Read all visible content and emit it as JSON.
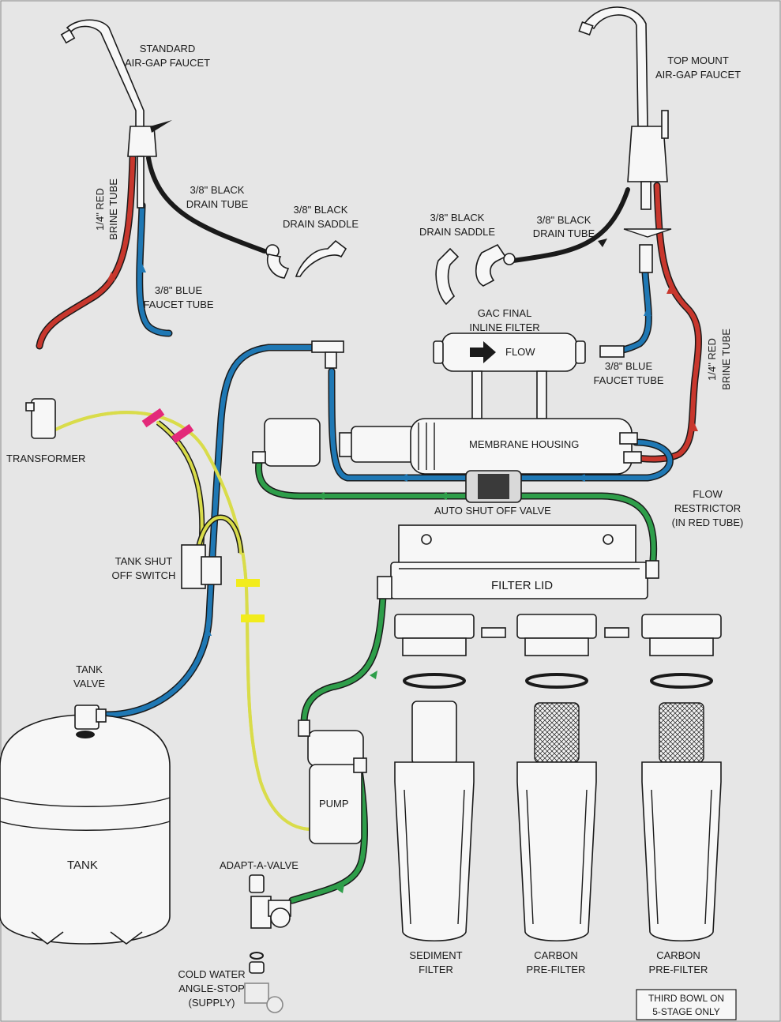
{
  "labels": {
    "standard_faucet": [
      "STANDARD",
      "AIR-GAP FAUCET"
    ],
    "top_mount_faucet": [
      "TOP MOUNT",
      "AIR-GAP FAUCET"
    ],
    "black_drain_tube_left": [
      "3/8\" BLACK",
      "DRAIN TUBE"
    ],
    "black_drain_saddle_left": [
      "3/8\" BLACK",
      "DRAIN SADDLE"
    ],
    "red_brine_tube_left": [
      "1/4\" RED",
      "BRINE TUBE"
    ],
    "blue_faucet_tube_left": [
      "3/8\" BLUE",
      "FAUCET TUBE"
    ],
    "black_drain_saddle_right": [
      "3/8\" BLACK",
      "DRAIN SADDLE"
    ],
    "black_drain_tube_right": [
      "3/8\" BLACK",
      "DRAIN TUBE"
    ],
    "gac_filter": [
      "GAC FINAL",
      "INLINE FILTER"
    ],
    "flow": "FLOW",
    "blue_faucet_tube_right": [
      "3/8\" BLUE",
      "FAUCET TUBE"
    ],
    "red_brine_tube_right": [
      "1/4\" RED",
      "BRINE TUBE"
    ],
    "transformer": "TRANSFORMER",
    "membrane_housing": "MEMBRANE HOUSING",
    "auto_shut_off": "AUTO SHUT OFF VALVE",
    "flow_restrictor": [
      "FLOW",
      "RESTRICTOR",
      "(IN RED TUBE)"
    ],
    "tank_shut_off": [
      "TANK SHUT",
      "OFF SWITCH"
    ],
    "filter_lid": "FILTER LID",
    "tank_valve": [
      "TANK",
      "VALVE"
    ],
    "tank": "TANK",
    "pump": "PUMP",
    "adapt_a_valve": "ADAPT-A-VALVE",
    "cold_water": [
      "COLD WATER",
      "ANGLE-STOP",
      "(SUPPLY)"
    ],
    "sediment_filter": [
      "SEDIMENT",
      "FILTER"
    ],
    "carbon_prefilter_1": [
      "CARBON",
      "PRE-FILTER"
    ],
    "carbon_prefilter_2": [
      "CARBON",
      "PRE-FILTER"
    ],
    "third_bowl_note": [
      "THIRD BOWL ON",
      "5-STAGE ONLY"
    ]
  },
  "colors": {
    "background": "#e6e6e6",
    "red_tube": "#c8372d",
    "blue_tube": "#1f78b4",
    "green_tube": "#2e9e4a",
    "black_tube": "#1a1a1a",
    "yellow_wire": "#d9dc4a",
    "pink_tape": "#e3297a",
    "yellow_tape": "#f2ec1c"
  }
}
